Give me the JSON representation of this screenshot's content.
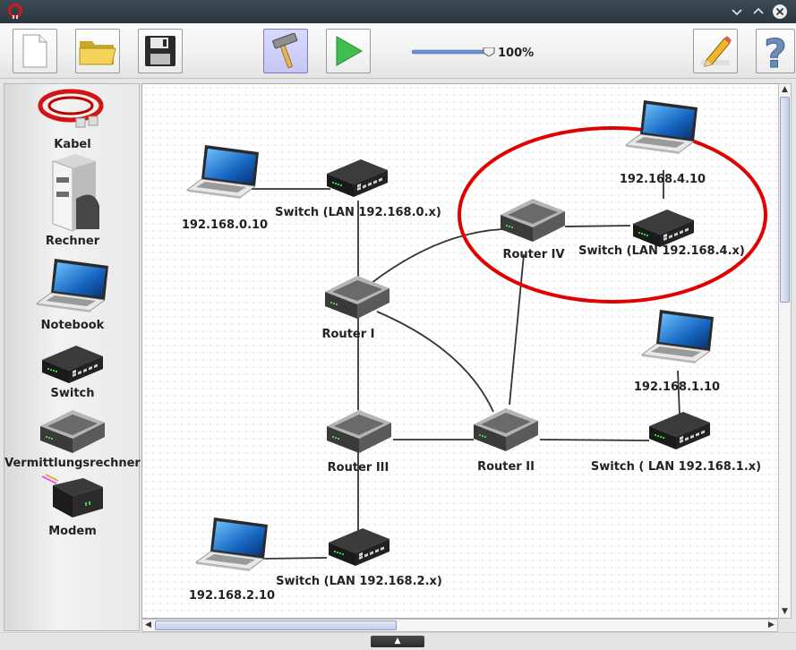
{
  "window": {
    "title": ""
  },
  "toolbar": {
    "new_tooltip": "",
    "zoom_value": "100%"
  },
  "palette": {
    "items": [
      {
        "label": "Kabel",
        "icon": "cable-icon"
      },
      {
        "label": "Rechner",
        "icon": "server-icon"
      },
      {
        "label": "Notebook",
        "icon": "notebook-icon"
      },
      {
        "label": "Switch",
        "icon": "switch-icon"
      },
      {
        "label": "Vermittlungsrechner",
        "icon": "router-icon"
      },
      {
        "label": "Modem",
        "icon": "modem-icon"
      }
    ]
  },
  "canvas": {
    "nodes": {
      "nb_0": "192.168.0.10",
      "sw_0": "Switch (LAN 192.168.0.x)",
      "router_1": "Router I",
      "router_4": "Router IV",
      "nb_4": "192.168.4.10",
      "sw_4": "Switch (LAN 192.168.4.x)",
      "nb_1": "192.168.1.10",
      "sw_1": "Switch ( LAN 192.168.1.x)",
      "router_3": "Router III",
      "router_2": "Router II",
      "nb_2": "192.168.2.10",
      "sw_2": "Switch (LAN 192.168.2.x)"
    },
    "highlight_color": "#e10000"
  },
  "colors": {
    "accent": "#3fbf4f",
    "zoom_track": "#6f8fd0"
  }
}
